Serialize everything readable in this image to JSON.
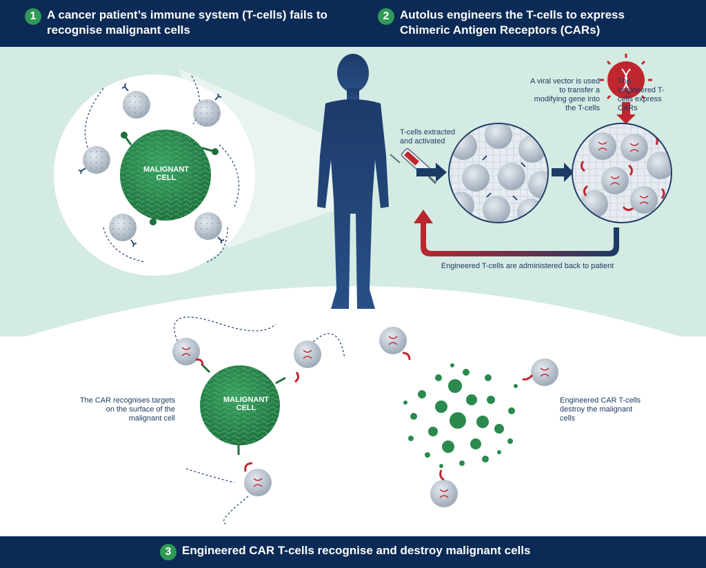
{
  "header": {
    "step1": {
      "number": "1",
      "text": "A cancer patient’s immune system (T-cells) fails to recognise malignant cells"
    },
    "step2": {
      "number": "2",
      "text": "Autolus engineers the T-cells to express Chimeric Antigen Receptors (CARs)"
    }
  },
  "footer": {
    "step3": {
      "number": "3",
      "text": "Engineered CAR T-cells recognise and destroy malignant cells"
    }
  },
  "labels": {
    "malignant_cell": "MALIGNANT CELL",
    "extracted": "T-cells extracted and activated",
    "viral_vector": "A viral vector is used to transfer a modifying gene into the T-cells",
    "express": "The engineered T-cells express CARs",
    "administered": "Engineered T-cells are administered back to patient",
    "car_recognises": "The CAR recognises targets on the surface of the malignant cell",
    "destroy": "Engineered CAR T-cells destroy the malignant cells"
  },
  "colors": {
    "navy": "#0b2a55",
    "green_badge": "#2f9a55",
    "mint_background": "#d4ebe3",
    "malignant_green": "#2a8a4e",
    "car_red": "#c0262d",
    "tcell_grey": "#b9c3ce"
  }
}
